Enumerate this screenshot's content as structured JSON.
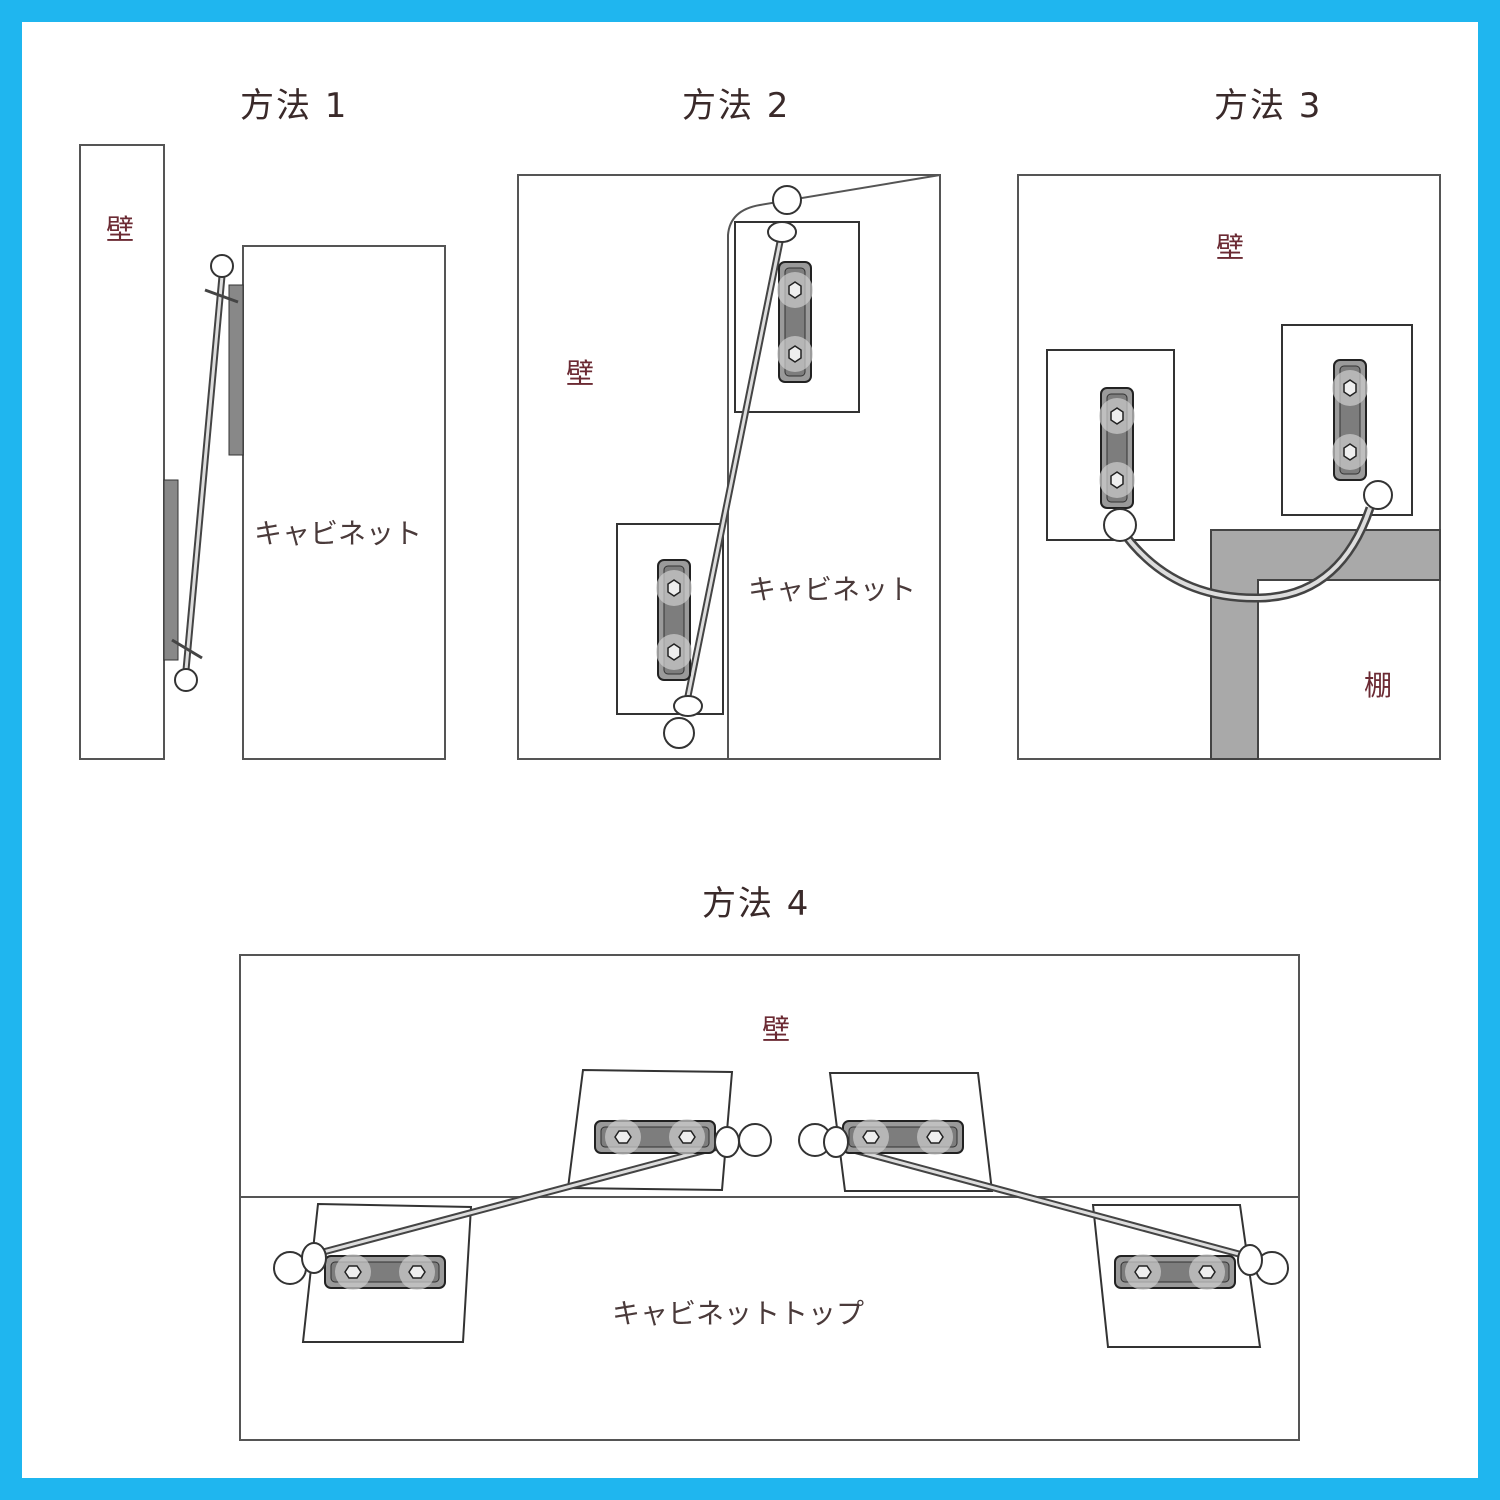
{
  "titles": {
    "m1": "方法 1",
    "m2": "方法 2",
    "m3": "方法 3",
    "m4": "方法 4"
  },
  "labels": {
    "wall": "壁",
    "cabinet": "キャビネット",
    "shelf": "棚",
    "cabinet_top": "キャビネットトップ"
  },
  "colors": {
    "frame": "#1fb6ef",
    "title_text": "#3a2a2a",
    "label_text": "#6b2a33",
    "line": "#444444",
    "shelf_fill": "#a9a9a9"
  }
}
